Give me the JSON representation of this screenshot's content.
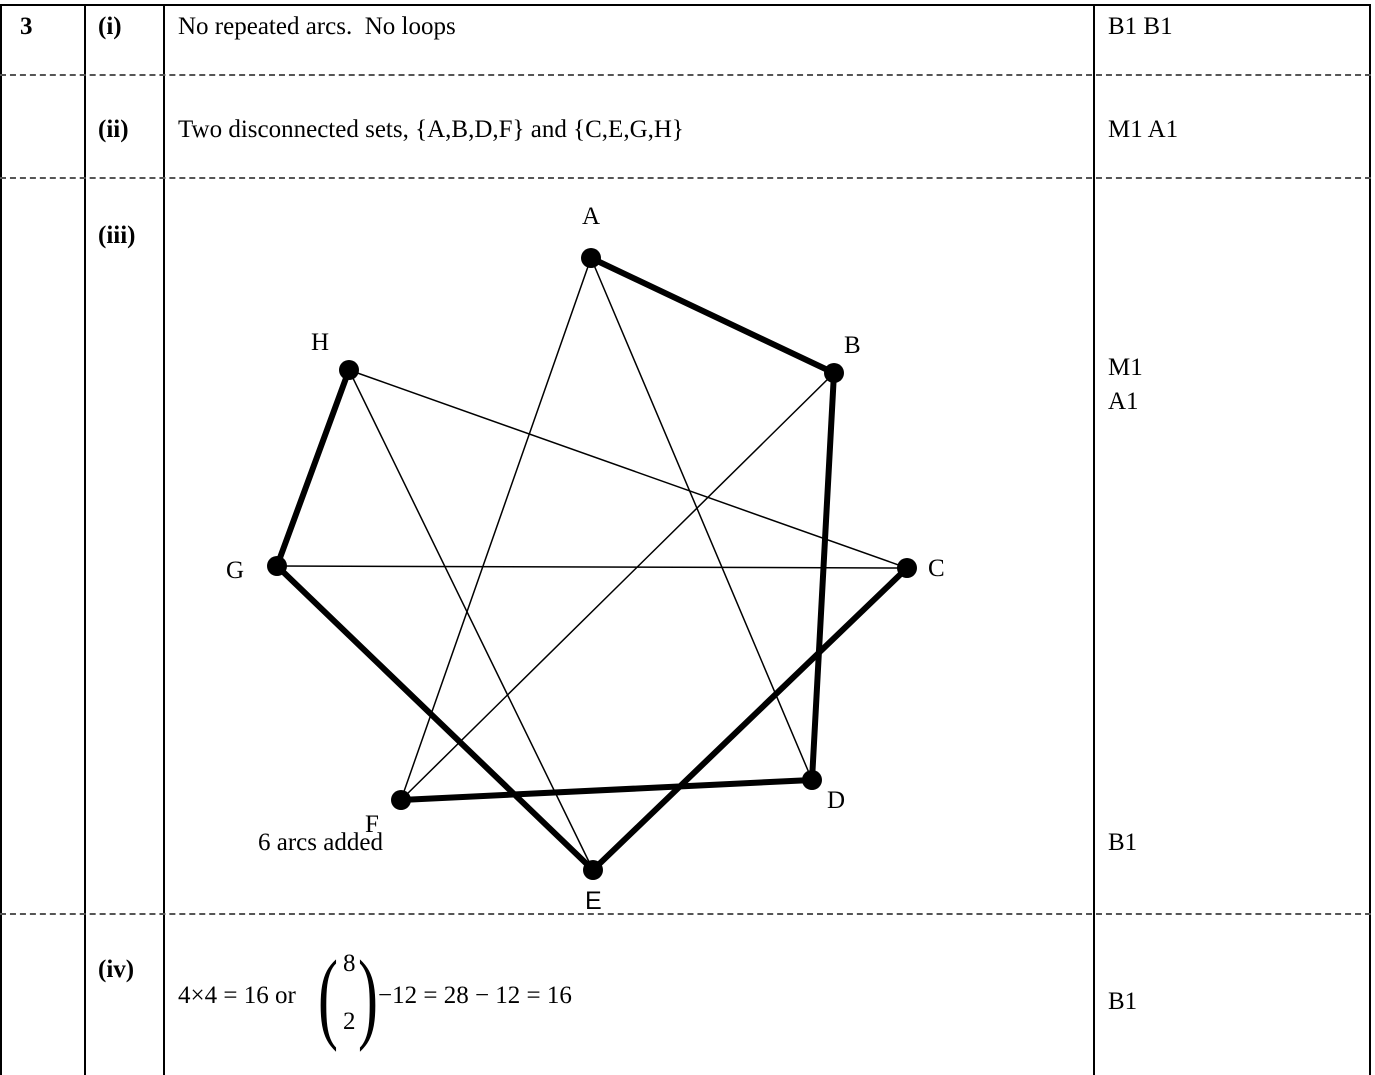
{
  "question_number": "3",
  "rows": [
    {
      "part": "(i)",
      "answer": "No repeated arcs.  No loops",
      "marks": [
        "B1 B1"
      ]
    },
    {
      "part": "(ii)",
      "answer": "Two disconnected sets, {A,B,D,F} and {C,E,G,H}",
      "marks": [
        "M1 A1"
      ]
    },
    {
      "part": "(iii)",
      "answer": "",
      "note": "6 arcs added",
      "marks": [
        "M1",
        "A1",
        "B1"
      ]
    },
    {
      "part": "(iv)",
      "answer_prefix": "4×4 = 16 or",
      "binom_top": "8",
      "binom_bottom": "2",
      "answer_suffix": "−12 = 28 − 12 = 16",
      "marks": [
        "B1"
      ]
    }
  ],
  "graph": {
    "nodes": [
      {
        "id": "A",
        "label": "A"
      },
      {
        "id": "B",
        "label": "B"
      },
      {
        "id": "C",
        "label": "C"
      },
      {
        "id": "D",
        "label": "D"
      },
      {
        "id": "E",
        "label": "E"
      },
      {
        "id": "F",
        "label": "F"
      },
      {
        "id": "G",
        "label": "G"
      },
      {
        "id": "H",
        "label": "H"
      }
    ],
    "edges_thin": [
      [
        "A",
        "F"
      ],
      [
        "A",
        "D"
      ],
      [
        "H",
        "C"
      ],
      [
        "H",
        "E"
      ],
      [
        "B",
        "F"
      ],
      [
        "G",
        "C"
      ]
    ],
    "edges_thick": [
      [
        "A",
        "B"
      ],
      [
        "B",
        "D"
      ],
      [
        "D",
        "F"
      ],
      [
        "H",
        "G"
      ],
      [
        "G",
        "E"
      ],
      [
        "E",
        "C"
      ]
    ]
  }
}
